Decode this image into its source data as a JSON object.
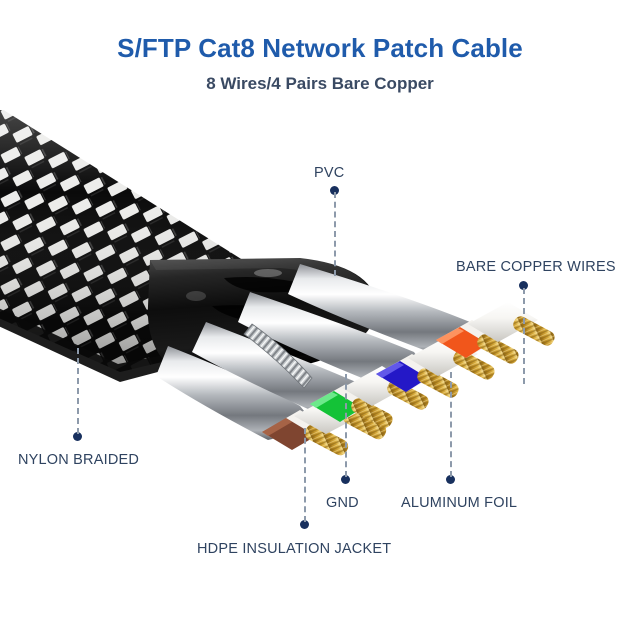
{
  "header": {
    "title": "S/FTP Cat8 Network Patch Cable",
    "subtitle": "8 Wires/4 Pairs Bare Copper",
    "title_color": "#1f5bab",
    "subtitle_color": "#3a4a63"
  },
  "diagram": {
    "background": "#ffffff",
    "leader_color": "#8d9aab",
    "dot_color": "#18305e",
    "label_color": "#2f4360",
    "callouts": [
      {
        "name": "pvc",
        "label": "PVC"
      },
      {
        "name": "bare-copper-wires",
        "label": "BARE COPPER WIRES"
      },
      {
        "name": "nylon-braided",
        "label": "NYLON BRAIDED"
      },
      {
        "name": "hdpe-insulation-jacket",
        "label": "HDPE INSULATION JACKET"
      },
      {
        "name": "gnd",
        "label": "GND"
      },
      {
        "name": "aluminum-foil",
        "label": "ALUMINUM FOIL"
      }
    ],
    "wire_pairs": [
      {
        "name": "brown-pair",
        "color": "#8a4a33",
        "partner": "#f2f0ec"
      },
      {
        "name": "green-pair",
        "color": "#17c03a",
        "partner": "#f2f0ec"
      },
      {
        "name": "blue-pair",
        "color": "#2418c7",
        "partner": "#f2f0ec"
      },
      {
        "name": "orange-pair",
        "color": "#f15a1e",
        "partner": "#f2f0ec"
      }
    ],
    "materials": {
      "braid_dark": "#0d0d0d",
      "braid_light": "#e9e9e6",
      "jacket": "#121212",
      "foil": "#b9bcc0",
      "conductor": "#c79b32"
    }
  }
}
